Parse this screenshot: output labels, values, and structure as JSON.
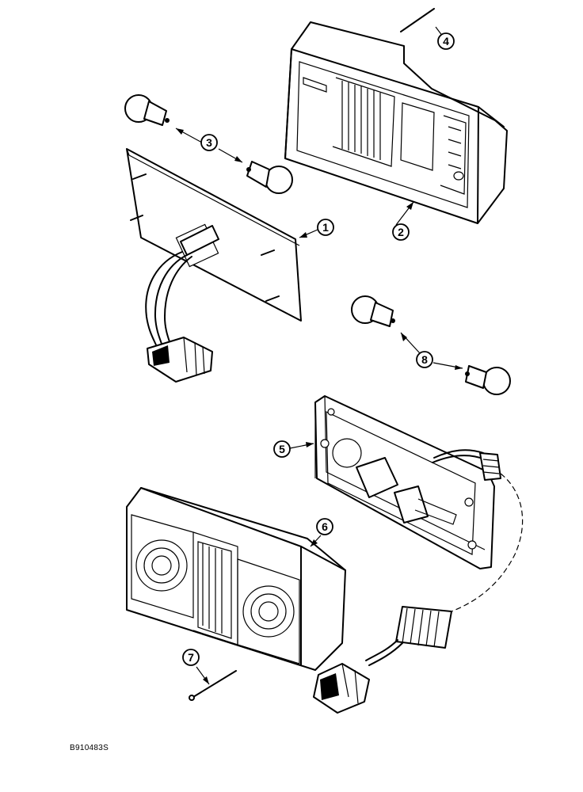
{
  "figure": {
    "reference_code": "B910483S",
    "callouts": [
      {
        "number": "1"
      },
      {
        "number": "2"
      },
      {
        "number": "3"
      },
      {
        "number": "4"
      },
      {
        "number": "5"
      },
      {
        "number": "6"
      },
      {
        "number": "7"
      },
      {
        "number": "8"
      }
    ]
  }
}
